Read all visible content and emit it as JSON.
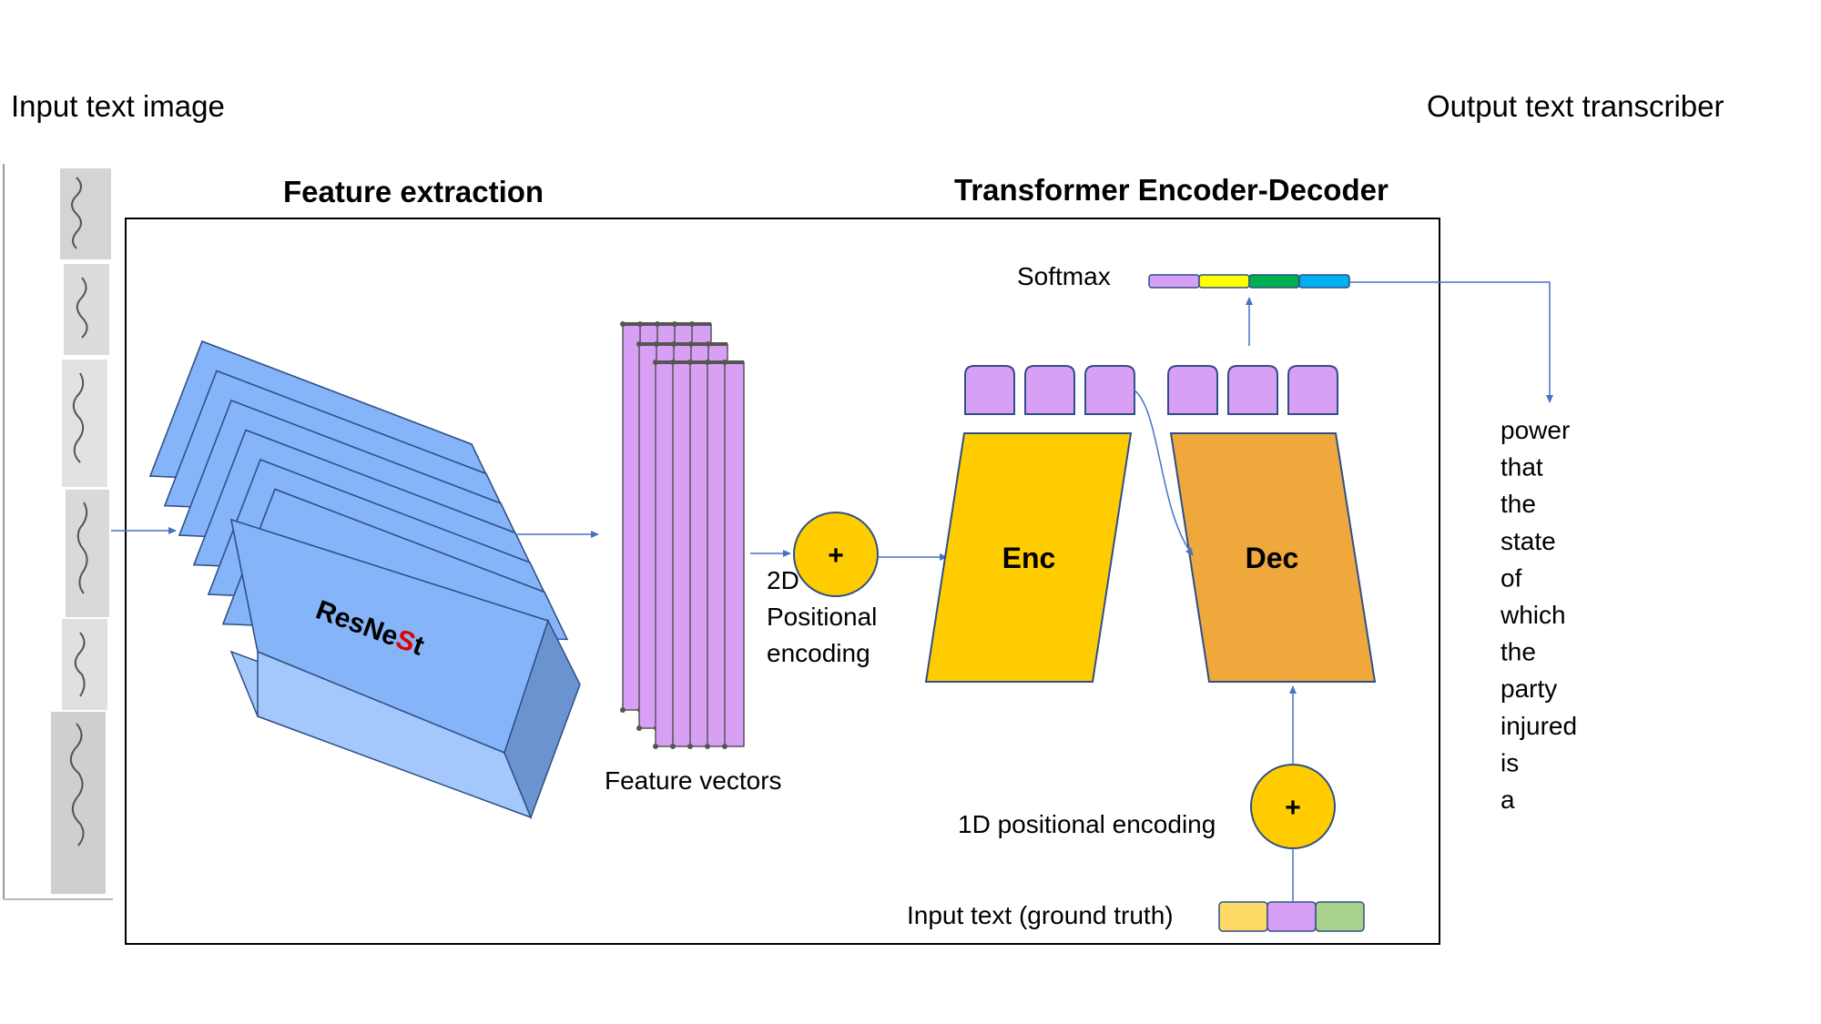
{
  "labels": {
    "input_title": "Input text image",
    "output_title": "Output text transcriber",
    "feature_extraction": "Feature extraction",
    "transformer": "Transformer Encoder-Decoder",
    "softmax": "Softmax",
    "resnest_prefix": "ResNe",
    "resnest_s": "S",
    "resnest_suffix": "t",
    "feature_vectors": "Feature vectors",
    "pos2d_line1": "2D",
    "pos2d_line2": "Positional",
    "pos2d_line3": "encoding",
    "pos1d": "1D positional encoding",
    "input_text": "Input text (ground truth)",
    "enc": "Enc",
    "dec": "Dec",
    "plus_2d": "+",
    "plus_1d": "+"
  },
  "output_words": [
    "power",
    "that",
    "the",
    "state",
    "of",
    "which",
    "the",
    "party",
    "injured",
    "is",
    "a"
  ],
  "colors": {
    "resnest_face": "#86b4f8",
    "resnest_front": "#a4c8fb",
    "resnest_side": "#6a93d0",
    "resnest_stroke": "#2f4f86",
    "feature_fill": "#d8a0f5",
    "enc_fill": "#ffcc00",
    "dec_fill": "#eea83c",
    "token_fill": "#d8a0f5",
    "plus_fill": "#ffcc00",
    "arrow": "#4472c4",
    "softmax_tokens": [
      "#d8a0f5",
      "#ffff00",
      "#00b050",
      "#00b0f0"
    ],
    "input_tokens": [
      "#ffd966",
      "#d8a0f5",
      "#a9d18e"
    ],
    "resnest_red": "#e00000"
  }
}
